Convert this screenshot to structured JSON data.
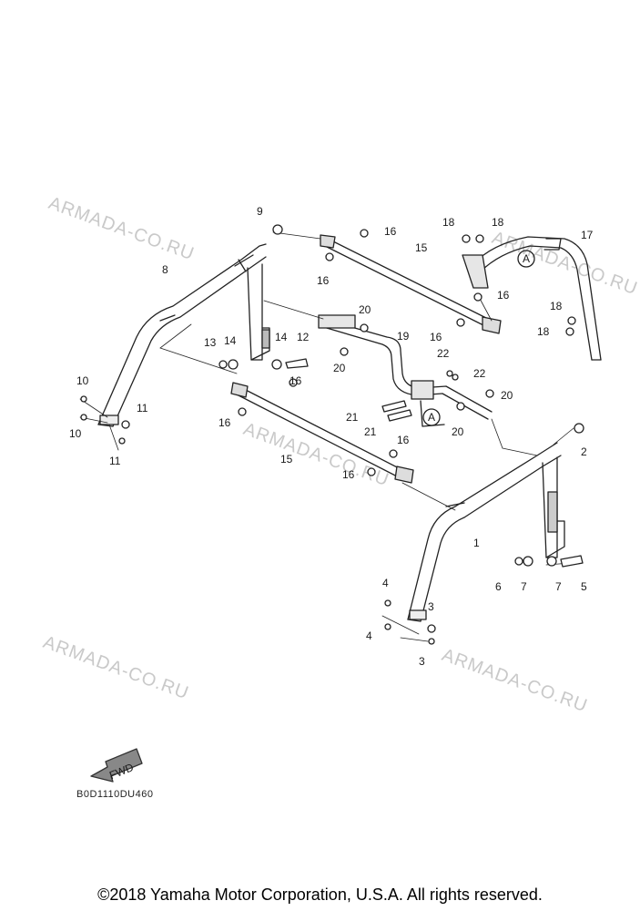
{
  "diagram": {
    "part_labels": {
      "p1": "1",
      "p2": "2",
      "p3a": "3",
      "p3b": "3",
      "p4a": "4",
      "p4b": "4",
      "p5": "5",
      "p6": "6",
      "p7a": "7",
      "p7b": "7",
      "p8": "8",
      "p9": "9",
      "p10a": "10",
      "p10b": "10",
      "p11a": "11",
      "p11b": "11",
      "p12": "12",
      "p13": "13",
      "p14a": "14",
      "p14b": "14",
      "p15a": "15",
      "p15b": "15",
      "p16a": "16",
      "p16b": "16",
      "p16c": "16",
      "p16d": "16",
      "p16e": "16",
      "p16f": "16",
      "p16g": "16",
      "p16h": "16",
      "p17": "17",
      "p18a": "18",
      "p18b": "18",
      "p18c": "18",
      "p18d": "18",
      "p19": "19",
      "p20a": "20",
      "p20b": "20",
      "p20c": "20",
      "p20d": "20",
      "p21a": "21",
      "p21b": "21",
      "p22a": "22",
      "p22b": "22"
    },
    "callouts": {
      "a1": "A",
      "a2": "A"
    },
    "fwd_label": "FWD",
    "drawing_code": "B0D1110DU460"
  },
  "watermarks": [
    "ARMADA-CO.RU",
    "ARMADA-CO.RU",
    "ARMADA-CO.RU",
    "ARMADA-CO.RU",
    "ARMADA-CO.RU"
  ],
  "copyright": "©2018 Yamaha Motor Corporation, U.S.A. All rights reserved."
}
